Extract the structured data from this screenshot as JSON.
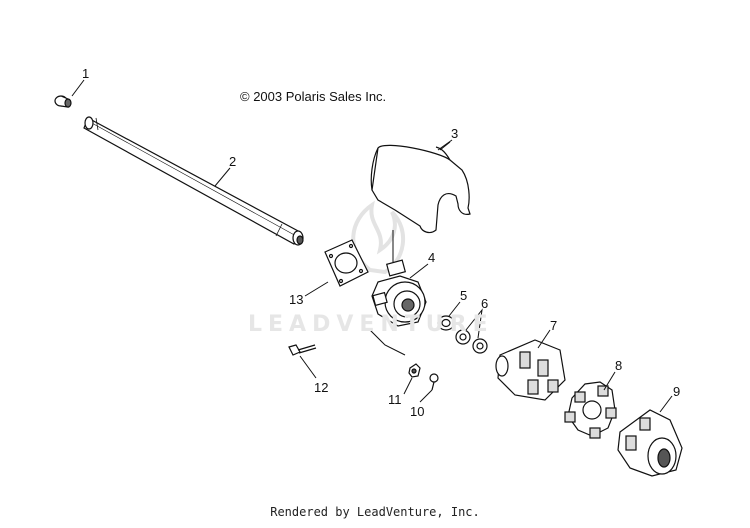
{
  "copyright": "© 2003 Polaris Sales Inc.",
  "footer": "Rendered by LeadVenture, Inc.",
  "watermark": {
    "text": "LEADVENTURE",
    "icon": "flame-logo-icon"
  },
  "callouts": [
    {
      "id": "1",
      "label": "1"
    },
    {
      "id": "2",
      "label": "2"
    },
    {
      "id": "3",
      "label": "3"
    },
    {
      "id": "4",
      "label": "4"
    },
    {
      "id": "5",
      "label": "5"
    },
    {
      "id": "6",
      "label": "6"
    },
    {
      "id": "7",
      "label": "7"
    },
    {
      "id": "8",
      "label": "8"
    },
    {
      "id": "9",
      "label": "9"
    },
    {
      "id": "10",
      "label": "10"
    },
    {
      "id": "11",
      "label": "11"
    },
    {
      "id": "12",
      "label": "12"
    },
    {
      "id": "13",
      "label": "13"
    }
  ]
}
